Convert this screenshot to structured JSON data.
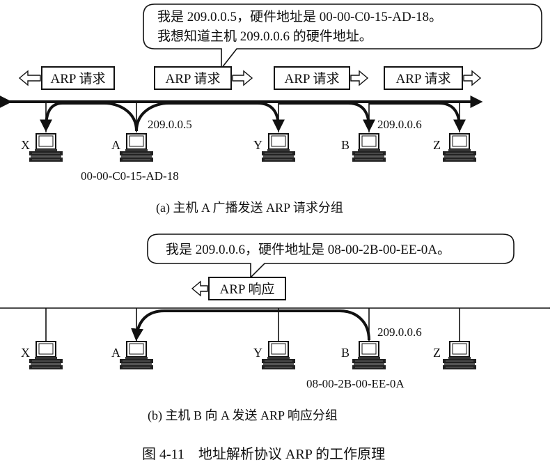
{
  "panel_a": {
    "bubble": {
      "line1": "我是 209.0.0.5，硬件地址是 00-00-C0-15-AD-18。",
      "line2": "我想知道主机 209.0.0.6 的硬件地址。"
    },
    "request_boxes": [
      "ARP 请求",
      "ARP 请求",
      "ARP 请求",
      "ARP 请求"
    ],
    "hosts": [
      "X",
      "A",
      "Y",
      "B",
      "Z"
    ],
    "ip_a": "209.0.0.5",
    "ip_b": "209.0.0.6",
    "mac_a": "00-00-C0-15-AD-18",
    "caption": "(a) 主机 A 广播发送 ARP 请求分组"
  },
  "panel_b": {
    "bubble": {
      "line1": "我是 209.0.0.6，硬件地址是 08-00-2B-00-EE-0A。"
    },
    "reply_box": "ARP 响应",
    "hosts": [
      "X",
      "A",
      "Y",
      "B",
      "Z"
    ],
    "ip_b": "209.0.0.6",
    "mac_b": "08-00-2B-00-EE-0A",
    "caption": "(b) 主机 B 向 A 发送 ARP 响应分组"
  },
  "figure_caption": "图 4-11　地址解析协议 ARP 的工作原理"
}
